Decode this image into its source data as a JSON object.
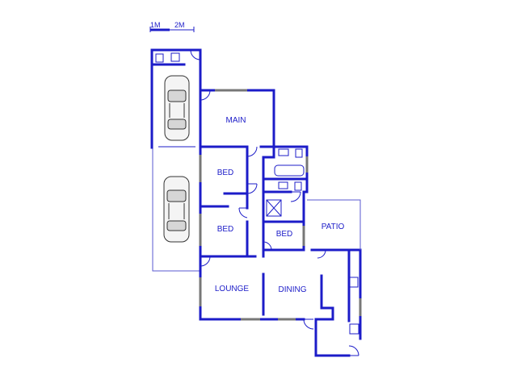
{
  "scale_bar": {
    "label_1": "1M",
    "label_2": "2M"
  },
  "rooms": {
    "main": "MAIN",
    "bed_1": "BED",
    "bed_2": "BED",
    "bed_3": "BED",
    "patio": "PATIO",
    "lounge": "LOUNGE",
    "dining": "DINING"
  },
  "colors": {
    "wall": "#1c1cc8",
    "label": "#1c1cc8",
    "window": "#777777"
  },
  "icons": [
    "car-icon",
    "toilet-icon",
    "basin-icon",
    "bathtub-icon",
    "shower-icon",
    "stove-icon",
    "sink-icon"
  ]
}
